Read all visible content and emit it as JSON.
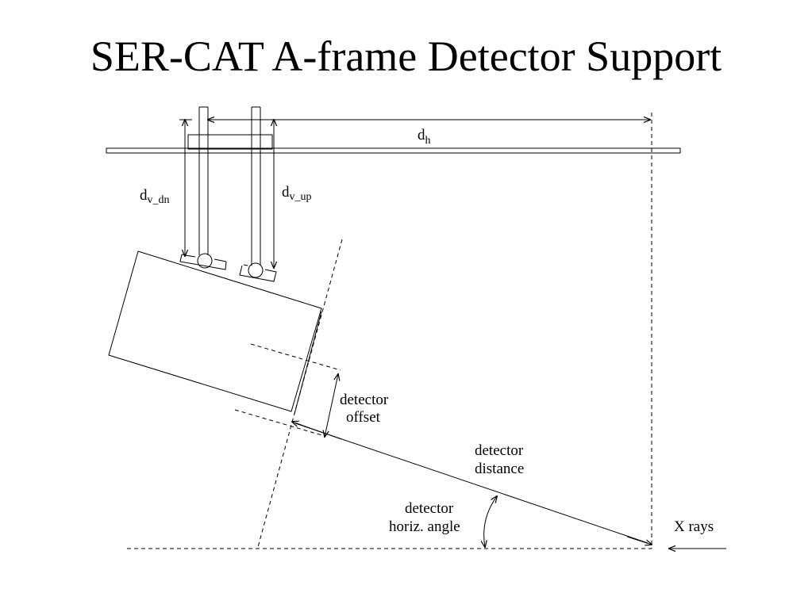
{
  "title": "SER-CAT A-frame Detector Support",
  "labels": {
    "dh_main": "d",
    "dh_sub": "h",
    "dvdn_main": "d",
    "dvdn_sub": "v_dn",
    "dvup_main": "d",
    "dvup_sub": "v_up",
    "offset_line1": "detector",
    "offset_line2": "offset",
    "distance_line1": "detector",
    "distance_line2": "distance",
    "angle_line1": "detector",
    "angle_line2": "horiz. angle",
    "xrays": "X rays"
  }
}
